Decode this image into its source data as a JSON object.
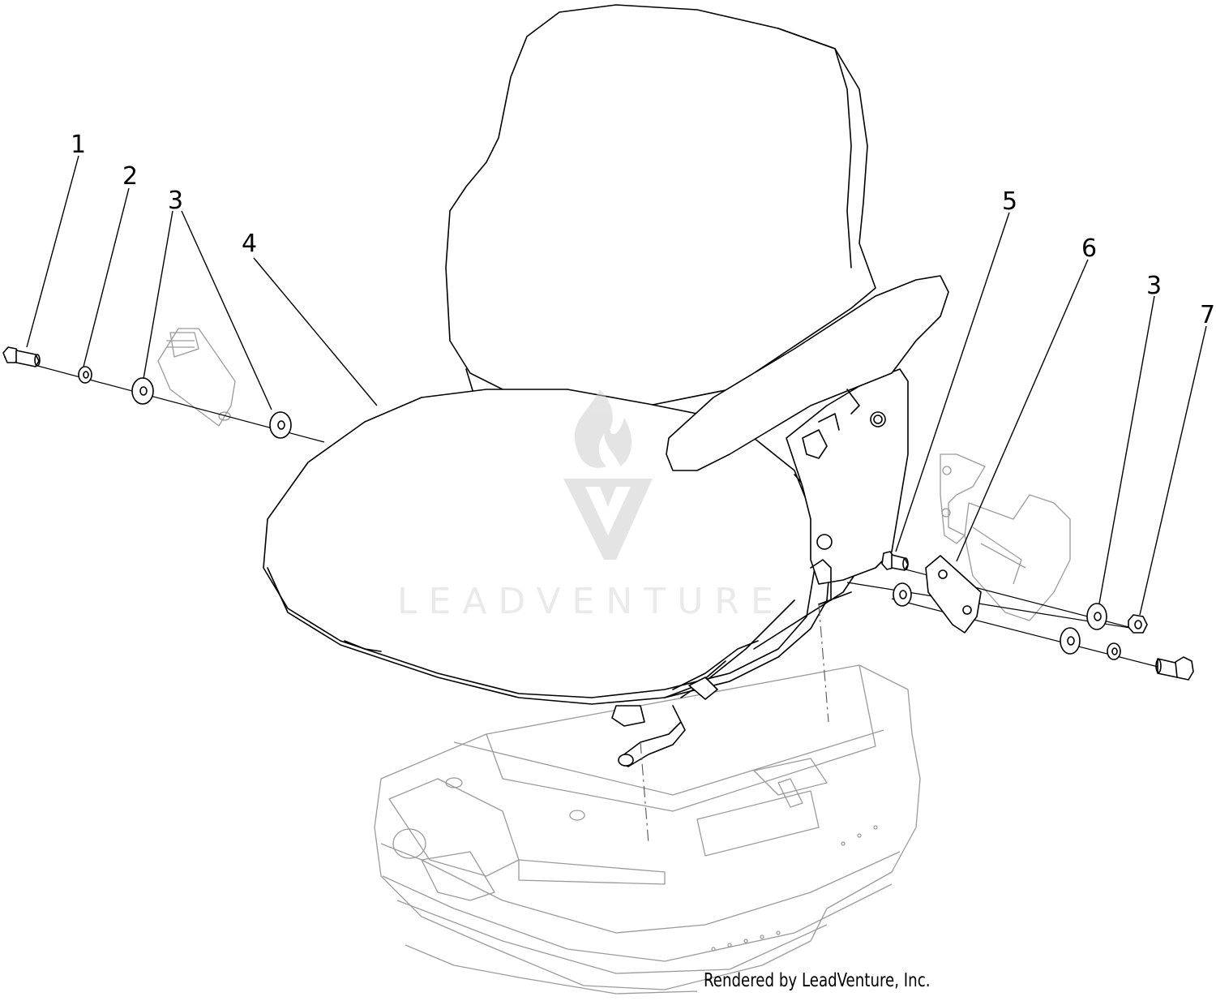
{
  "callouts": {
    "c1": "1",
    "c2": "2",
    "c3a": "3",
    "c4": "4",
    "c5": "5",
    "c6": "6",
    "c3b": "3",
    "c7": "7"
  },
  "watermark": {
    "text": "LEADVENTURE"
  },
  "credit": "Rendered by LeadVenture, Inc."
}
